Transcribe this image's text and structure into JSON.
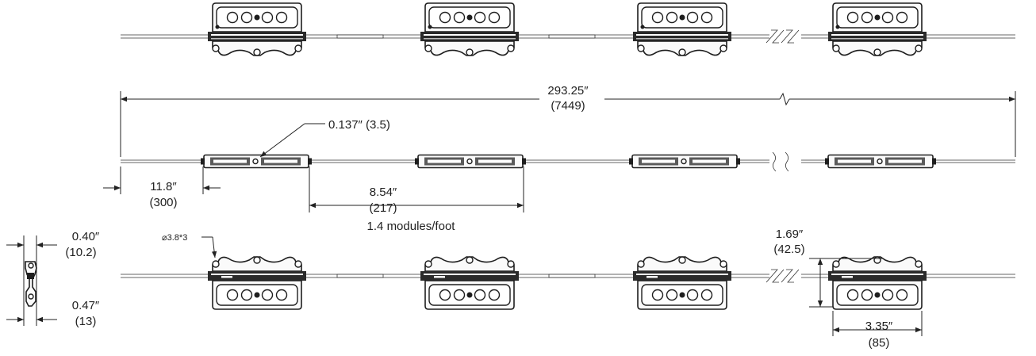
{
  "dimensions": {
    "total_length": {
      "in": "293.25″",
      "mm": "(7449)"
    },
    "wire_diameter": {
      "in": "0.137″ (3.5)"
    },
    "lead_length": {
      "in": "11.8″",
      "mm": "(300)"
    },
    "module_pitch": {
      "in": "8.54″",
      "mm": "(217)"
    },
    "density": "1.4 modules/foot",
    "hole_note": "⌀3.8*3",
    "side_top": {
      "in": "0.40″",
      "mm": "(10.2)"
    },
    "side_bottom": {
      "in": "0.47″",
      "mm": "(13)"
    },
    "module_height": {
      "in": "1.69″",
      "mm": "(42.5)"
    },
    "module_width": {
      "in": "3.35″",
      "mm": "(85)"
    }
  }
}
